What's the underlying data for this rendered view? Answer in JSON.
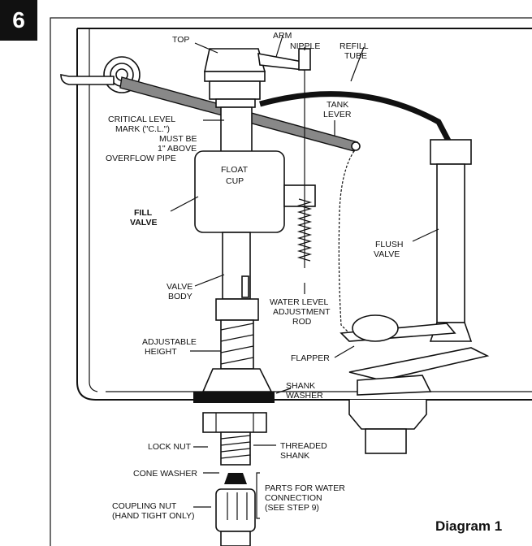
{
  "step_number": "6",
  "caption": "Diagram 1",
  "labels": {
    "top": "TOP",
    "arm": "ARM",
    "nipple": "NIPPLE",
    "refill_tube": [
      "REFILL",
      "TUBE"
    ],
    "tank_lever": [
      "TANK",
      "LEVER"
    ],
    "critical_level": [
      "CRITICAL LEVEL",
      "MARK (\"C.L.\")",
      "MUST BE",
      "1\" ABOVE",
      "OVERFLOW PIPE"
    ],
    "float_cup": [
      "FLOAT",
      "CUP"
    ],
    "fill_valve": [
      "FILL",
      "VALVE"
    ],
    "flush_valve": [
      "FLUSH",
      "VALVE"
    ],
    "valve_body": [
      "VALVE",
      "BODY"
    ],
    "water_level_rod": [
      "WATER LEVEL",
      "ADJUSTMENT",
      "ROD"
    ],
    "adjustable_height": [
      "ADJUSTABLE",
      "HEIGHT"
    ],
    "flapper": "FLAPPER",
    "shank_washer": [
      "SHANK",
      "WASHER"
    ],
    "lock_nut": "LOCK NUT",
    "threaded_shank": [
      "THREADED",
      "SHANK"
    ],
    "cone_washer": "CONE WASHER",
    "coupling_nut": [
      "COUPLING NUT",
      "(HAND TIGHT ONLY)"
    ],
    "parts_for_connection": [
      "PARTS FOR WATER",
      "CONNECTION",
      "(SEE STEP 9)"
    ]
  }
}
